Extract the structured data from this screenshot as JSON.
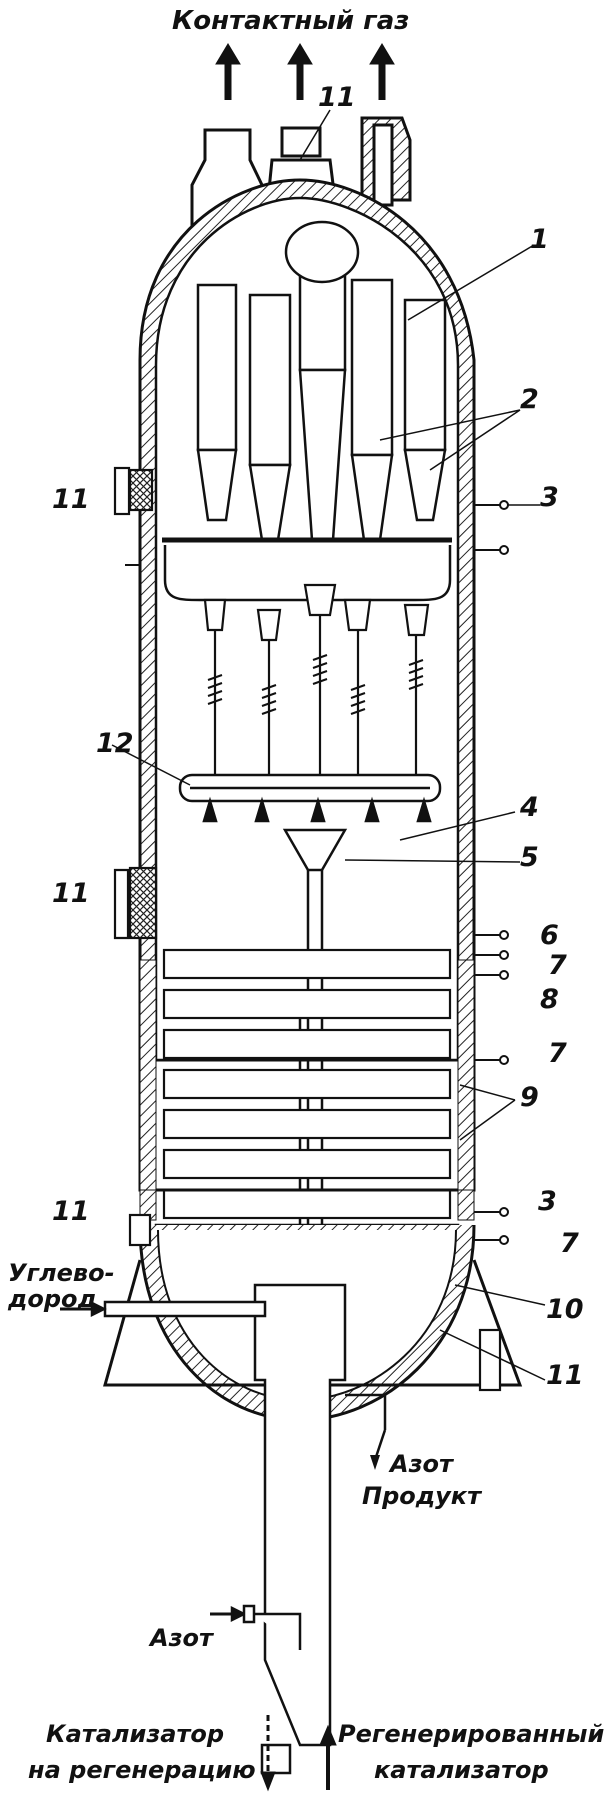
{
  "labels": {
    "top": "Контактный газ",
    "left_in": "Углево-\nдород",
    "nitrogen_right": "Азот",
    "product": "Продукт",
    "nitrogen_left": "Азот",
    "bottom_left_1": "Катализатор",
    "bottom_left_2": "на регенерацию",
    "bottom_right_1": "Регенерированный",
    "bottom_right_2": "катализатор"
  },
  "numbers": [
    "1",
    "2",
    "3",
    "4",
    "5",
    "6",
    "7",
    "8",
    "9",
    "10",
    "11",
    "12"
  ],
  "colors": {
    "ink": "#111111",
    "paper": "#ffffff",
    "hatch": "#444444"
  }
}
